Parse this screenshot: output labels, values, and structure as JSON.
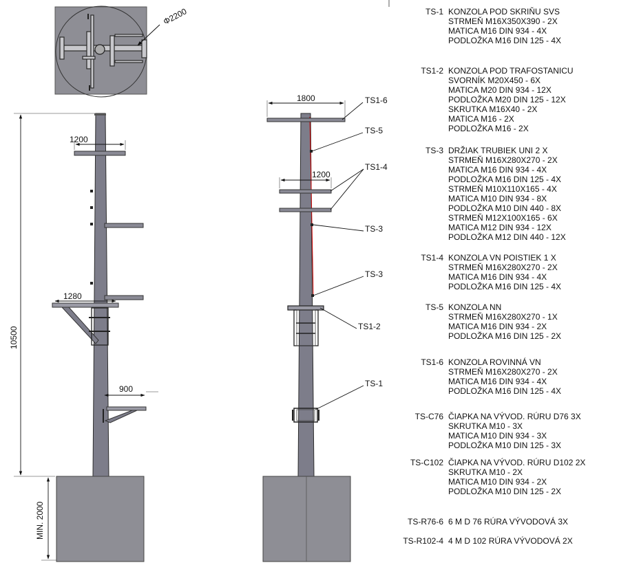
{
  "dimensions": {
    "top_diameter": "Φ2200",
    "height_total": "10500",
    "foundation_depth": "MIN. 2000",
    "left_crossarm_top": "1200",
    "left_bracket": "1280",
    "left_lower_bracket": "900",
    "right_top_arm": "1800",
    "right_mid_arm": "1200"
  },
  "callouts": [
    "TS1-6",
    "TS-5",
    "TS1-4",
    "TS-3",
    "TS-3",
    "TS1-2",
    "TS-1"
  ],
  "legend": [
    {
      "code": "TS-1",
      "items": [
        "KONZOLA POD SKRIŇU SVS",
        "STRMEŇ M16X350X390 - 2X",
        "MATICA M16 DIN 934 - 4X",
        "PODLOŽKA M16 DIN 125 - 4X"
      ]
    },
    {
      "code": "TS1-2",
      "items": [
        "KONZOLA POD TRAFOSTANICU",
        "SVORNÍK M20X450 - 6X",
        "MATICA M20 DIN 934 - 12X",
        "PODLOŽKA M20 DIN 125 - 12X",
        "SKRUTKA M16X40 - 2X",
        "MATICA M16 - 2X",
        "PODLOŽKA M16 - 2X"
      ]
    },
    {
      "code": "TS-3",
      "items": [
        "DRŽIAK TRUBIEK UNI 2 X",
        "STRMEŇ M16X280X270 - 2X",
        "MATICA M16 DIN 934 - 4X",
        "PODLOŽKA M16 DIN 125 - 4X",
        "STRMEŇ M10X110X165 - 4X",
        "MATICA M10 DIN 934 - 8X",
        "PODLOŽKA M10 DIN 440 - 8X",
        "STRMEŇ M12X100X165 - 6X",
        "MATICA M12 DIN 934 - 12X",
        "PODLOŽKA M12 DIN 440 - 12X"
      ]
    },
    {
      "code": "TS1-4",
      "items": [
        "KONZOLA VN POISTIEK 1 X",
        "STRMEŇ M16X280X270 - 2X",
        "MATICA M16 DIN 934 - 4X",
        "PODLOŽKA M16 DIN 125 - 4X"
      ]
    },
    {
      "code": "TS-5",
      "items": [
        "KONZOLA NN",
        "STRMEŇ M16X280X270 - 1X",
        "MATICA M16 DIN 934 - 2X",
        "PODLOŽKA M16 DIN 125 - 2X"
      ]
    },
    {
      "code": "TS1-6",
      "items": [
        "KONZOLA ROVINNÁ VN",
        "STRMEŇ M16X280X270 - 2X",
        "MATICA M16 DIN 934 - 4X",
        "PODLOŽKA M16 DIN 125 - 4X"
      ]
    },
    {
      "code": "TS-C76",
      "items": [
        "ČIAPKA NA VÝVOD. RÚRU D76 3X",
        "SKRUTKA M10 - 3X",
        "MATICA M10 DIN 934 - 3X",
        "PODLOŽKA M10 DIN 125 - 3X"
      ]
    },
    {
      "code": "TS-C102",
      "items": [
        "ČIAPKA NA VÝVOD. RÚRU D102 2X",
        "SKRUTKA M10 - 2X",
        "MATICA M10 DIN 934 - 2X",
        "PODLOŽKA M10 DIN 125 - 2X"
      ]
    },
    {
      "code": "TS-R76-6",
      "items": [
        "6 M D 76 RÚRA VÝVODOVÁ 3X"
      ]
    },
    {
      "code": "TS-R102-4",
      "items": [
        "4 M D 102 RÚRA VÝVODOVÁ 2X"
      ]
    }
  ]
}
